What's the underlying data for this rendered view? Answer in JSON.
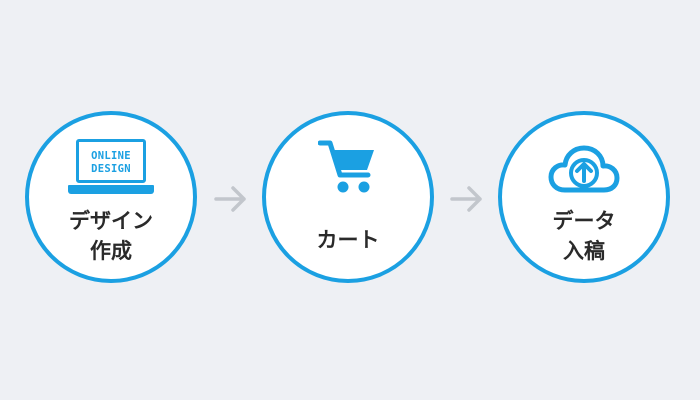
{
  "colors": {
    "accent": "#1ba0e2",
    "background": "#eef0f4",
    "arrow": "#c2c6cc",
    "text": "#2a2a2a"
  },
  "steps": [
    {
      "icon": "laptop-icon",
      "icon_text": [
        "ONLINE",
        "DESIGN"
      ],
      "label_lines": [
        "デザイン",
        "作成"
      ]
    },
    {
      "icon": "shopping-cart-icon",
      "label_lines": [
        "カート"
      ]
    },
    {
      "icon": "cloud-upload-icon",
      "label_lines": [
        "データ",
        "入稿"
      ]
    }
  ],
  "connectors": [
    "arrow-right-icon",
    "arrow-right-icon"
  ]
}
